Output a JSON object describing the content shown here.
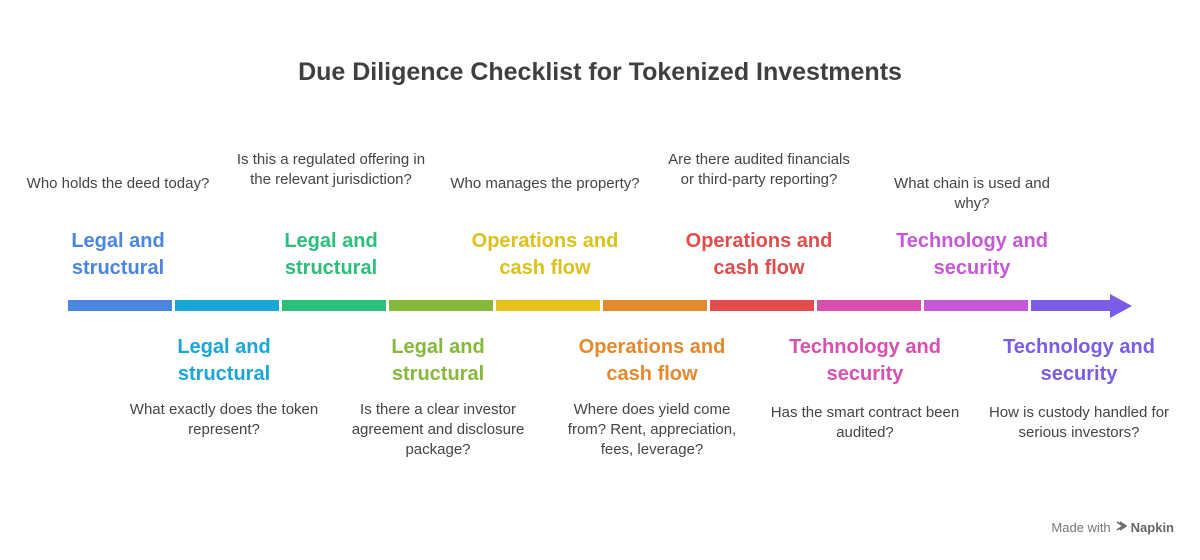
{
  "title": "Due Diligence Checklist for Tokenized Investments",
  "colors": {
    "seg1": "#4a86e0",
    "seg2": "#1aa6d6",
    "seg3": "#2bbf7a",
    "seg4": "#86b93a",
    "seg5": "#e6c21c",
    "seg6": "#e48a2c",
    "seg7": "#e24c4c",
    "seg8": "#d94fae",
    "seg9": "#c558d6",
    "seg10": "#7a5ce8"
  },
  "items": [
    {
      "label": "Legal and structural",
      "question": "Who holds the deed today?"
    },
    {
      "label": "Legal and structural",
      "question": "What exactly does the token represent?"
    },
    {
      "label": "Legal and structural",
      "question": "Is this a regulated offering in the relevant jurisdiction?"
    },
    {
      "label": "Legal and structural",
      "question": "Is there a clear investor agreement and disclosure package?"
    },
    {
      "label": "Operations and cash flow",
      "question": "Who manages the property?"
    },
    {
      "label": "Operations and cash flow",
      "question": "Where does yield come from? Rent, appreciation, fees, leverage?"
    },
    {
      "label": "Operations and cash flow",
      "question": "Are there audited financials or third-party reporting?"
    },
    {
      "label": "Technology and security",
      "question": "Has the smart contract been audited?"
    },
    {
      "label": "Technology and security",
      "question": "What chain is used and why?"
    },
    {
      "label": "Technology and security",
      "question": "How is custody handled for serious investors?"
    }
  ],
  "footer": {
    "made_with": "Made with",
    "brand": "Napkin",
    "brand_icon": "napkin-logo-icon"
  }
}
